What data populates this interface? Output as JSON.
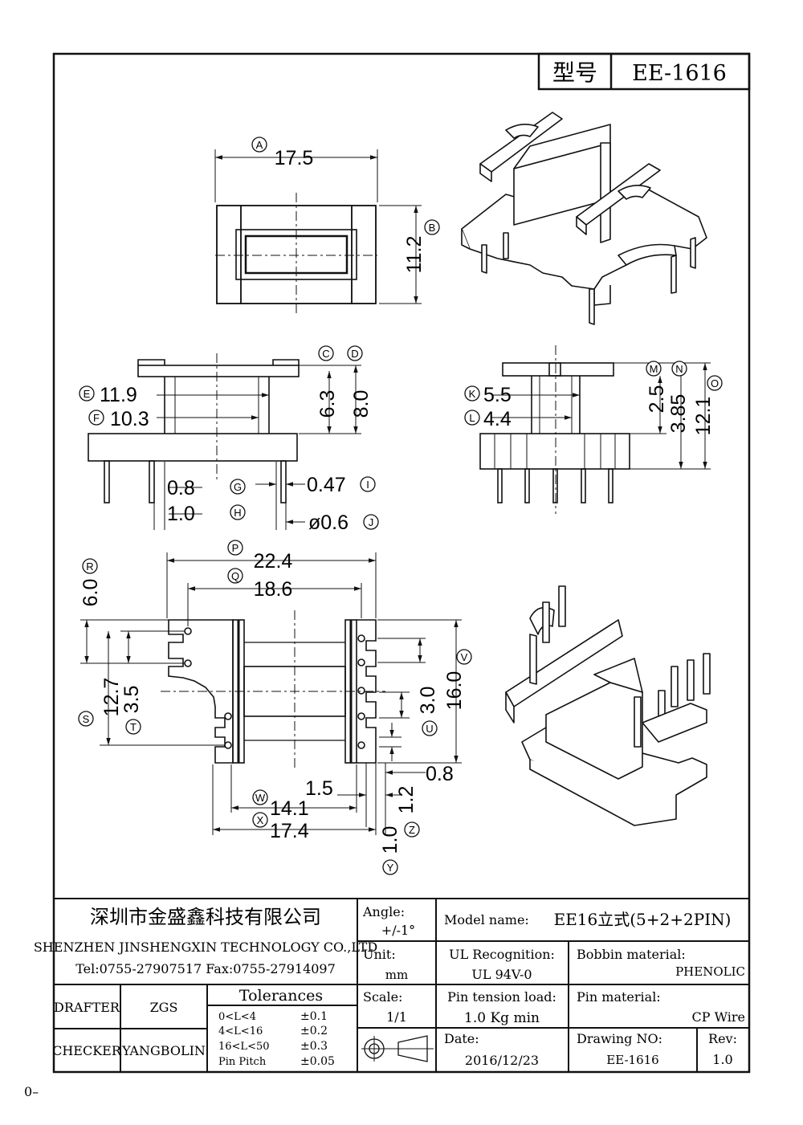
{
  "header": {
    "label_model": "型号",
    "part_no": "EE-1616"
  },
  "dims": {
    "A": {
      "tag": "A",
      "value": "17.5"
    },
    "B": {
      "tag": "B",
      "value": "11.2"
    },
    "C": {
      "tag": "C",
      "value": "6.3"
    },
    "D": {
      "tag": "D",
      "value": "8.0"
    },
    "E": {
      "tag": "E",
      "value": "11.9"
    },
    "F": {
      "tag": "F",
      "value": "10.3"
    },
    "G": {
      "tag": "G",
      "value": "0.8"
    },
    "H": {
      "tag": "H",
      "value": "1.0"
    },
    "I": {
      "tag": "I",
      "value": "0.47"
    },
    "J": {
      "tag": "J",
      "value": "ø0.6"
    },
    "K": {
      "tag": "K",
      "value": "5.5"
    },
    "L": {
      "tag": "L",
      "value": "4.4"
    },
    "M": {
      "tag": "M",
      "value": "2.5"
    },
    "N": {
      "tag": "N",
      "value": "3.85"
    },
    "O": {
      "tag": "O",
      "value": "12.1"
    },
    "P": {
      "tag": "P",
      "value": "22.4"
    },
    "Q": {
      "tag": "Q",
      "value": "18.6"
    },
    "R": {
      "tag": "R",
      "value": "6.0"
    },
    "S": {
      "tag": "S",
      "value": "12.7"
    },
    "T": {
      "tag": "T",
      "value": "3.5"
    },
    "U": {
      "tag": "U",
      "value": "3.0"
    },
    "V": {
      "tag": "V",
      "value": "16.0"
    },
    "W": {
      "tag": "W",
      "value": "14.1"
    },
    "X": {
      "tag": "X",
      "value": "17.4"
    },
    "Y": {
      "tag": "Y",
      "value": "1.0"
    },
    "Z": {
      "tag": "Z",
      "value": "1.2"
    },
    "n1_5": {
      "value": "1.5"
    },
    "n0_8": {
      "value": "0.8"
    }
  },
  "title_block": {
    "company_cn": "深圳市金盛鑫科技有限公司",
    "company_en": "SHENZHEN JINSHENGXIN TECHNOLOGY CO.,LTD",
    "tel_fax": "Tel:0755-27907517  Fax:0755-27914097",
    "drafter_label": "DRAFTER",
    "drafter": "ZGS",
    "checker_label": "CHECKER",
    "checker": "YANGBOLIN",
    "tolerances_title": "Tolerances",
    "tolerances": [
      {
        "range": "0<L<4",
        "tol": "±0.1"
      },
      {
        "range": "4<L<16",
        "tol": "±0.2"
      },
      {
        "range": "16<L<50",
        "tol": "±0.3"
      },
      {
        "range": "Pin Pitch",
        "tol": "±0.05"
      }
    ],
    "angle_label": "Angle:",
    "angle": "+/-1°",
    "unit_label": "Unit:",
    "unit": "mm",
    "scale_label": "Scale:",
    "scale": "1/1",
    "model_label": "Model name:",
    "model": "EE16立式(5+2+2PIN)",
    "ul_label": "UL Recognition:",
    "ul": "UL 94V-0",
    "bobbin_label": "Bobbin material:",
    "bobbin": "PHENOLIC",
    "pin_tension_label": "Pin tension load:",
    "pin_tension": "1.0 Kg min",
    "pin_mat_label": "Pin material:",
    "pin_mat": "CP Wire",
    "date_label": "Date:",
    "date": "2016/12/23",
    "drawing_label": "Drawing NO:",
    "drawing": "EE-1616",
    "rev_label": "Rev:",
    "rev": "1.0"
  },
  "footer_mark": "0–"
}
